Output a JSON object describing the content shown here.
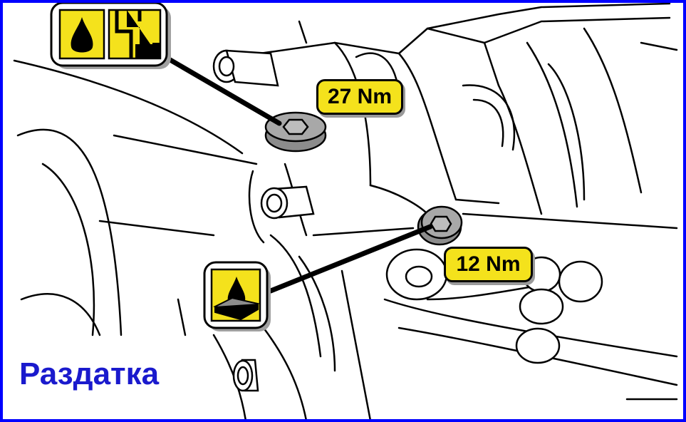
{
  "labels": {
    "torque_upper": "27 Nm",
    "torque_lower": "12 Nm",
    "caption": "Раздатка"
  },
  "colors": {
    "frame": "#0000ff",
    "badge_fill": "#f4e21c",
    "caption": "#1a1acd",
    "plug_fill": "#9a9a9a"
  },
  "icons": {
    "upper": "oil-fill-level-icon",
    "lower": "sealant-apply-icon"
  }
}
